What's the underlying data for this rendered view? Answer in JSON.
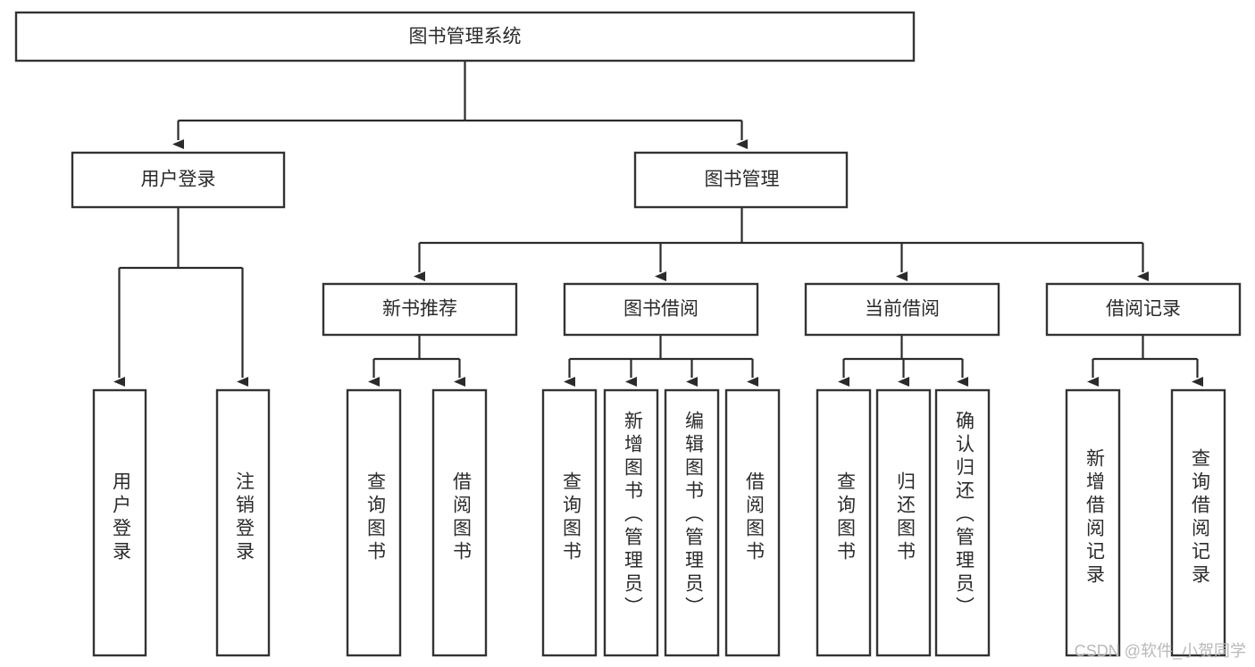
{
  "diagram": {
    "title": "图书管理系统",
    "type": "tree-hierarchy-chart",
    "watermark": "CSDN @软件_小贺同学",
    "colors": {
      "box_stroke": "#333333",
      "box_fill": "#ffffff",
      "connector": "#2b2b2b",
      "text": "#2b2b2b",
      "watermark": "#b9b9b9",
      "background": "#ffffff"
    },
    "root": {
      "label": "图书管理系统"
    },
    "level2": [
      {
        "id": "user-login",
        "label": "用户登录"
      },
      {
        "id": "book-management",
        "label": "图书管理"
      }
    ],
    "level3": [
      {
        "id": "new-book-recommend",
        "label": "新书推荐",
        "parent": "book-management"
      },
      {
        "id": "book-borrow",
        "label": "图书借阅",
        "parent": "book-management"
      },
      {
        "id": "current-borrow",
        "label": "当前借阅",
        "parent": "book-management"
      },
      {
        "id": "borrow-record",
        "label": "借阅记录",
        "parent": "book-management"
      }
    ],
    "leaves": {
      "user-login": [
        {
          "id": "leaf-user-login",
          "label": "用户登录"
        },
        {
          "id": "leaf-logout-login",
          "label": "注销登录"
        }
      ],
      "new-book-recommend": [
        {
          "id": "leaf-query-book-1",
          "label": "查询图书"
        },
        {
          "id": "leaf-borrow-book-1",
          "label": "借阅图书"
        }
      ],
      "book-borrow": [
        {
          "id": "leaf-query-book-2",
          "label": "查询图书"
        },
        {
          "id": "leaf-add-book-admin",
          "label": "新增图书（管理员）"
        },
        {
          "id": "leaf-edit-book-admin",
          "label": "编辑图书（管理员）"
        },
        {
          "id": "leaf-borrow-book-2",
          "label": "借阅图书"
        }
      ],
      "current-borrow": [
        {
          "id": "leaf-query-book-3",
          "label": "查询图书"
        },
        {
          "id": "leaf-return-book",
          "label": "归还图书"
        },
        {
          "id": "leaf-confirm-return-admin",
          "label": "确认归还（管理员）"
        }
      ],
      "borrow-record": [
        {
          "id": "leaf-add-borrow-record",
          "label": "新增借阅记录"
        },
        {
          "id": "leaf-query-borrow-record",
          "label": "查询借阅记录"
        }
      ]
    }
  }
}
